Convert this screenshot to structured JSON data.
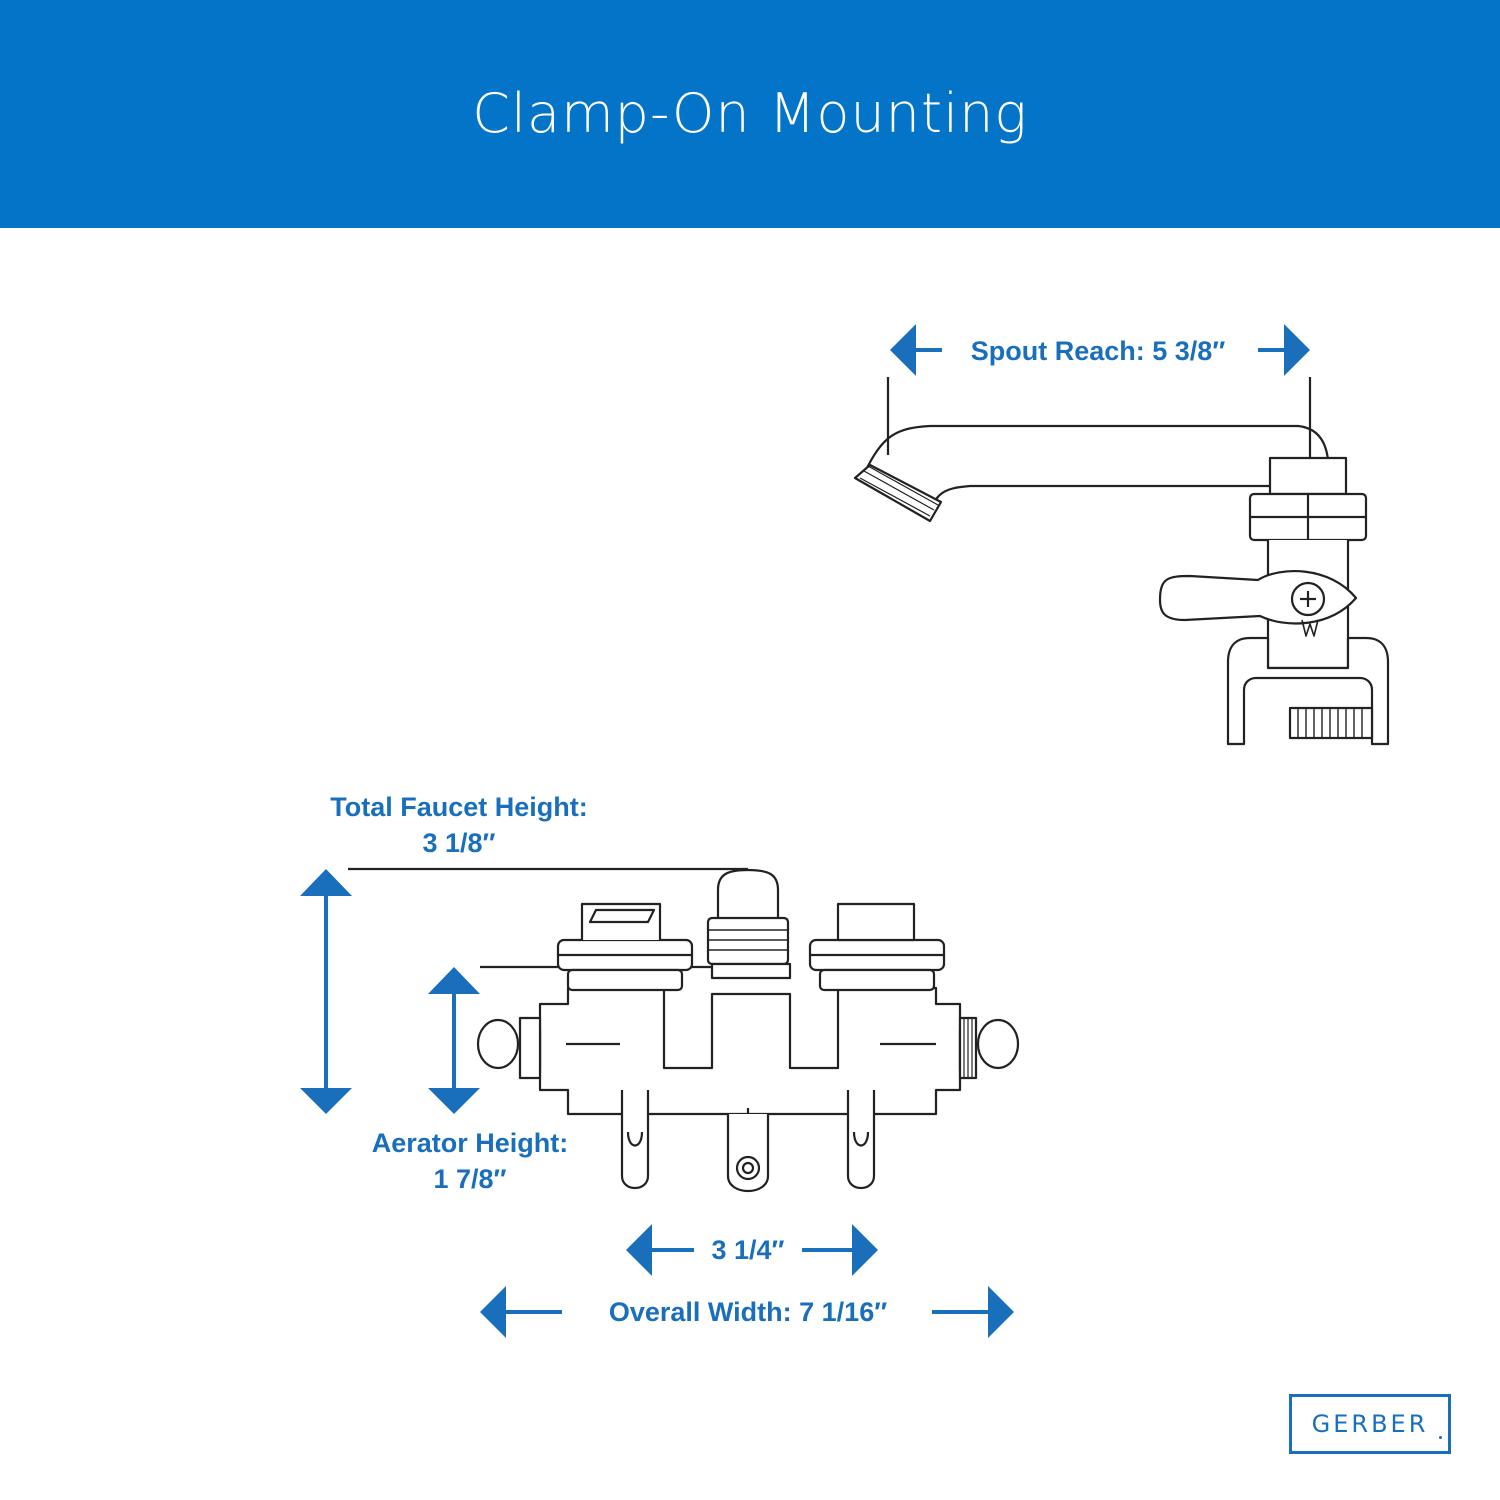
{
  "header": {
    "title": "Clamp-On Mounting"
  },
  "colors": {
    "header_bg": "#0474c9",
    "accent": "#1a6fbd",
    "line": "#222222"
  },
  "dimensions": {
    "spout_reach": "Spout Reach: 5 3/8″",
    "total_height_label": "Total Faucet Height:",
    "total_height_value": "3 1/8″",
    "aerator_height_label": "Aerator Height:",
    "aerator_height_value": "1 7/8″",
    "center_spacing": "3 1/4″",
    "overall_width": "Overall Width: 7 1/16″"
  },
  "brand": {
    "name": "GERBER"
  }
}
